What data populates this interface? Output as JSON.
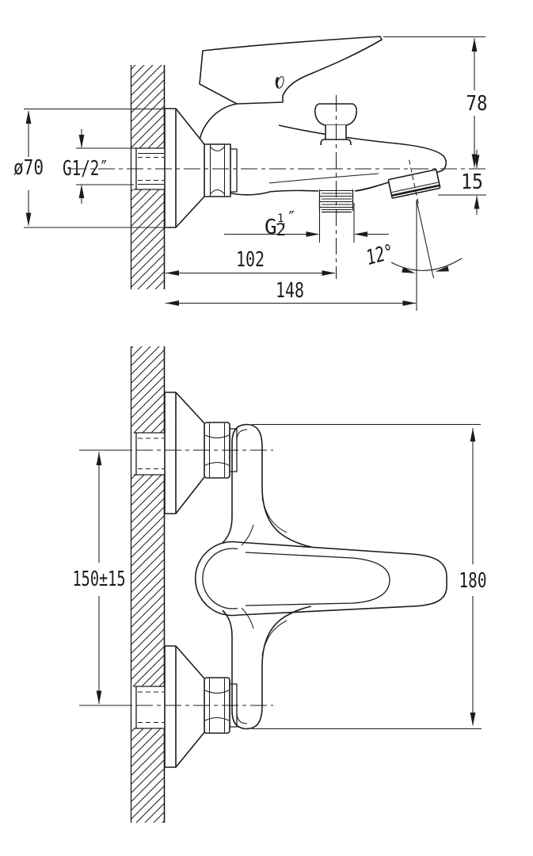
{
  "colors": {
    "line": "#1c1c1e",
    "background": "#ffffff"
  },
  "side_view": {
    "dimensions": {
      "flange_diameter": {
        "label": "ø70"
      },
      "inlet_thread": {
        "label": "G1/2″"
      },
      "handle_height": {
        "label": "78"
      },
      "spout_drop": {
        "label": "15"
      },
      "outlet_thread": {
        "prefix": "G",
        "numerator": "1",
        "denominator": "2",
        "unit": "″"
      },
      "wall_to_outlet": {
        "label": "102"
      },
      "wall_to_tip": {
        "label": "148"
      },
      "spout_angle": {
        "label": "12°"
      }
    }
  },
  "front_view": {
    "dimensions": {
      "inlet_spacing": {
        "label": "150±15"
      },
      "body_height": {
        "label": "180"
      }
    }
  }
}
